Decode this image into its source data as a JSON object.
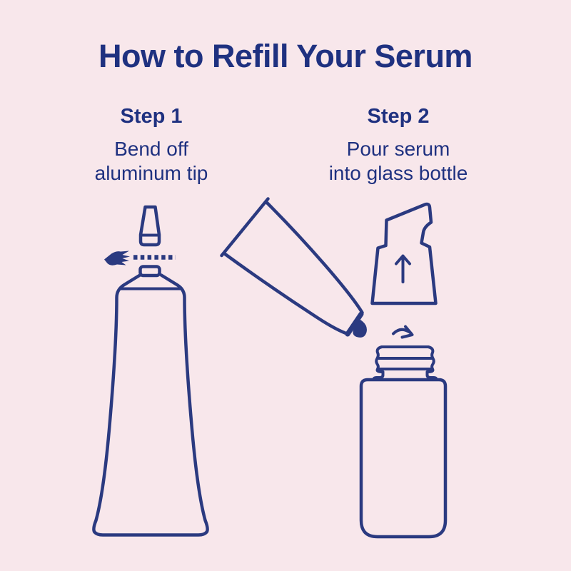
{
  "theme": {
    "bg": "#f8e7eb",
    "ink": "#2b3a80",
    "text": "#1f3180"
  },
  "title": "How to Refill Your Serum",
  "steps": [
    {
      "heading": "Step 1",
      "line1": "Bend off",
      "line2": "aluminum tip"
    },
    {
      "heading": "Step 2",
      "line1": "Pour serum",
      "line2": "into glass bottle"
    }
  ],
  "illustrations": {
    "step1": [
      "aluminum-tip",
      "flick-hand-icon",
      "cut-dashed-line",
      "squeeze-tube"
    ],
    "step2": [
      "tilted-squeeze-tube",
      "serum-drop",
      "pump-cap",
      "up-arrow-icon",
      "pour-arrow-icon",
      "glass-bottle"
    ]
  }
}
